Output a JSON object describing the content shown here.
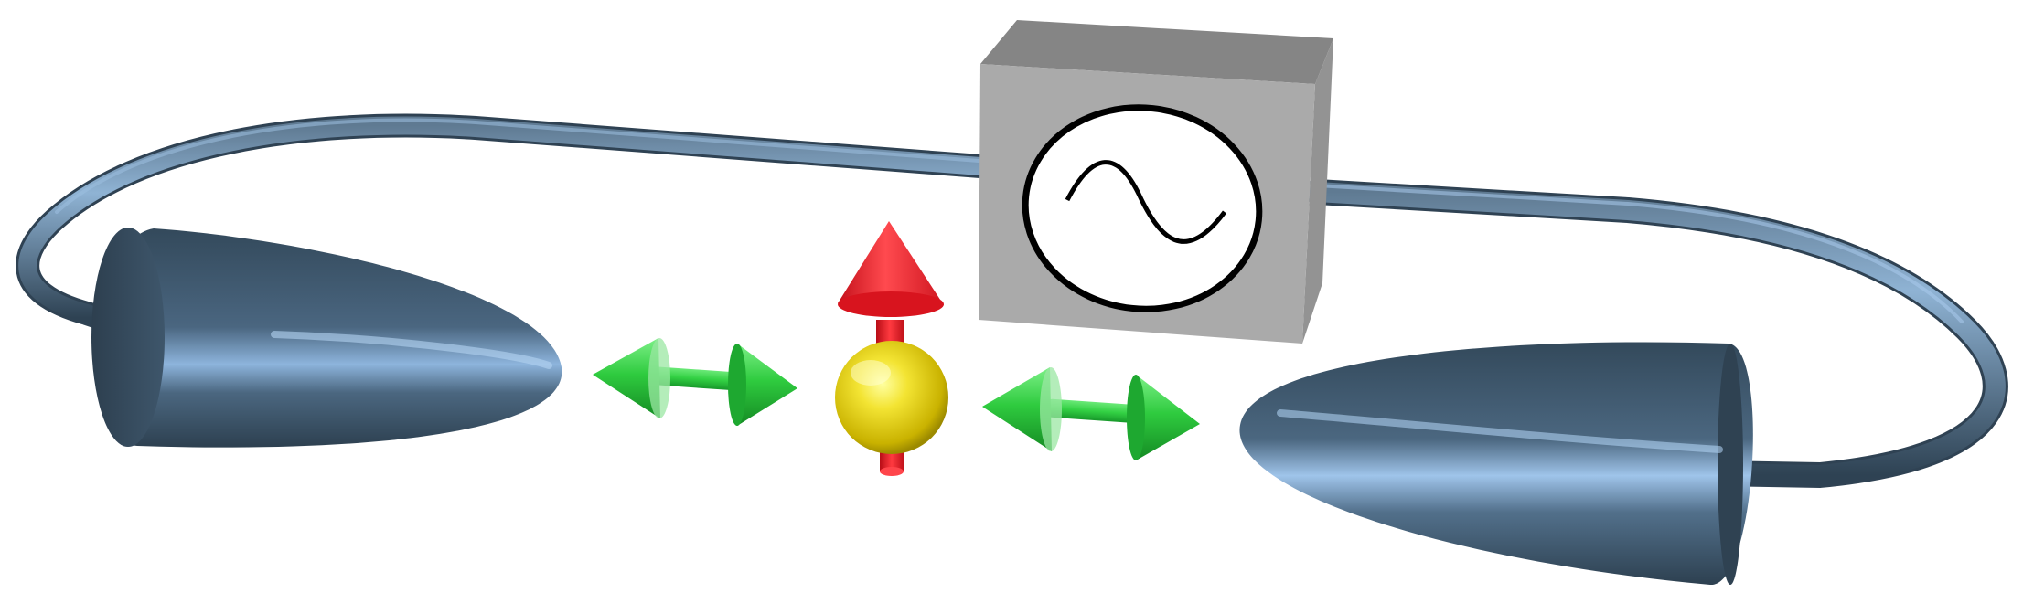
{
  "scene": {
    "colors": {
      "background": "#ffffff",
      "probe_body": "#3d5366",
      "probe_highlight": "#a8c8ea",
      "cable": "#3b5064",
      "box_front": "#a9a9a9",
      "box_top": "#848484",
      "box_side": "#8f8f8f",
      "waveform_stroke": "#000000",
      "particle": "#f2e531",
      "spin_arrow": "#e8202a",
      "oscillation_arrow": "#28c43a"
    },
    "icons": {
      "source_symbol": "ac-sine-wave-icon",
      "spin": "spin-up-arrow-icon",
      "motion": "double-headed-arrow-icon"
    },
    "components": {
      "left_probe": "tapered-electrode",
      "right_probe": "tapered-electrode",
      "source": "ac-voltage-source",
      "particle": "trapped-particle"
    }
  }
}
